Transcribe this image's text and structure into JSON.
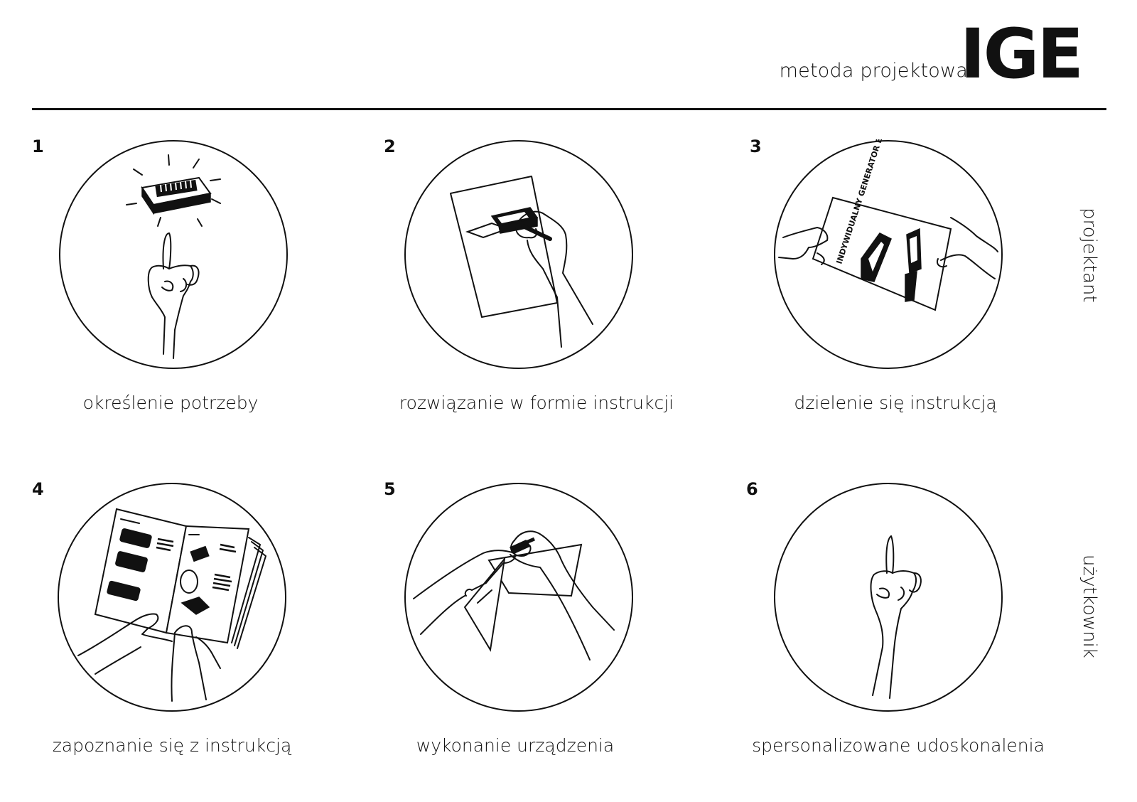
{
  "header": {
    "subtitle": "metoda projektowa",
    "logo": "IGE"
  },
  "roles": {
    "top": "projektant",
    "bottom": "użytkownik"
  },
  "steps": [
    {
      "number": "1",
      "caption": "określenie potrzeby"
    },
    {
      "number": "2",
      "caption": "rozwiązanie w formie instrukcji"
    },
    {
      "number": "3",
      "caption": "dzielenie się instrukcją",
      "sheet_text": "INDYWIDUALNY GENERATOR ENERGII"
    },
    {
      "number": "4",
      "caption": "zapoznanie się z instrukcją"
    },
    {
      "number": "5",
      "caption": "wykonanie urządzenia"
    },
    {
      "number": "6",
      "caption": "spersonalizowane udoskonalenia"
    }
  ],
  "colors": {
    "ink": "#111111",
    "background": "#ffffff"
  },
  "icons": [
    "idea-box-icon",
    "pointing-hand-icon",
    "drawing-hand-icon",
    "sharing-hands-icon",
    "reading-booklet-icon",
    "building-hands-icon",
    "raised-finger-icon"
  ]
}
